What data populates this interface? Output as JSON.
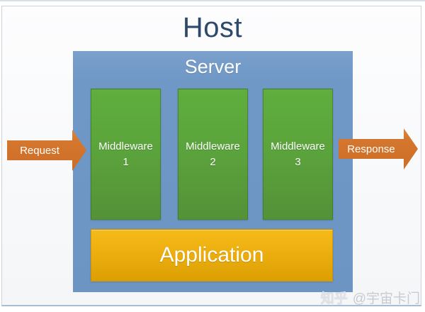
{
  "diagram": {
    "title": "Host",
    "server": {
      "label": "Server",
      "middlewares": [
        {
          "line1": "Middleware",
          "line2": "1"
        },
        {
          "line1": "Middleware",
          "line2": "2"
        },
        {
          "line1": "Middleware",
          "line2": "3"
        }
      ],
      "application_label": "Application"
    },
    "arrows": {
      "request_label": "Request",
      "response_label": "Response"
    },
    "watermark": {
      "brand": "知乎",
      "handle": "@宇宙卡门"
    },
    "colors": {
      "title_text": "#2d4a6b",
      "server_fill": "#7098c6",
      "middleware_fill_top": "#60ae3e",
      "middleware_fill_bottom": "#559138",
      "application_fill_top": "#f5bb19",
      "application_fill_bottom": "#dc9f03",
      "arrow_fill_top": "#e0853d",
      "arrow_fill_bottom": "#cf6d26",
      "box_label_text": "#ffffff",
      "watermark_text": "#c7ccd2",
      "frame_border": "#ccd3db",
      "frame_bottom_border": "#a9bdd2"
    }
  }
}
